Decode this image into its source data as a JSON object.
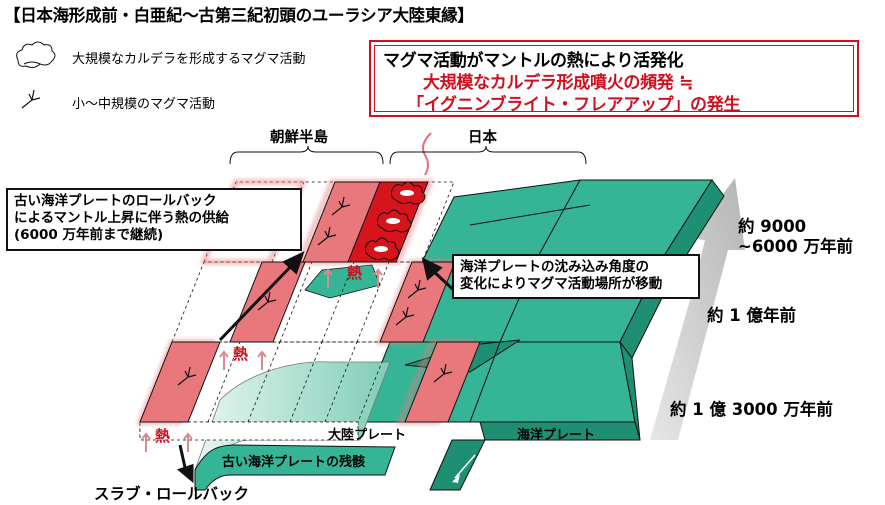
{
  "title": "【日本海形成前・白亜紀〜古第三紀初頭のユーラシア大陸東縁】",
  "legend": {
    "large_caldera_icon": "caldera-cloud-icon",
    "large_caldera_text": "大規模なカルデラを形成するマグマ活動",
    "small_icon": "crack-icon",
    "small_text": "小〜中規模のマグマ活動"
  },
  "highlight": {
    "line1": "マグマ活動がマントルの熱により活発化",
    "line2": "大規模なカルデラ形成噴火の頻発 ≒",
    "line3": "「イグニンブライト・フレアアップ」の発生"
  },
  "regions": {
    "korea": "朝鮮半島",
    "japan": "日本"
  },
  "callouts": {
    "rollback": [
      "古い海洋プレートのロールバック",
      "によるマントル上昇に伴う熱の供給",
      "(6000 万年前まで継続)"
    ],
    "angle": [
      "海洋プレートの沈み込み角度の",
      "変化によりマグマ活動場所が移動"
    ]
  },
  "heat_label": "熱",
  "plates": {
    "continental": "大陸プレート",
    "oceanic": "海洋プレート",
    "old_slab": "古い海洋プレートの残骸"
  },
  "slab_rollback": "スラブ・ロールバック",
  "timeline": {
    "t1_line1": "約 9000",
    "t1_line2": "~6000 万年前",
    "t2": "約 1 億年前",
    "t3": "約 1 億 3000 万年前"
  },
  "colors": {
    "ocean": "#35b596",
    "ocean_dark": "#1e8f72",
    "ocean_light": "#9fd9c8",
    "magma": "#e8787b",
    "caldera": "#d7141c",
    "highlight_red": "#d0101e",
    "arrow_gray": "#c8c8c8"
  }
}
